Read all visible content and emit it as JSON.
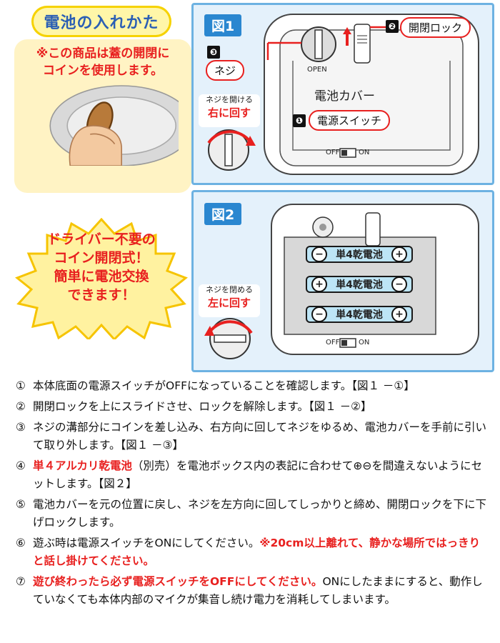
{
  "left": {
    "title": "電池の入れかた",
    "note": "※この商品は蓋の開閉に\nコインを使用します。",
    "burst": "ドライバー不要の\nコイン開閉式！\n簡単に電池交換\nできます！"
  },
  "fig1": {
    "label": "図1",
    "item2_num": "❷",
    "item2_text": "開閉ロック",
    "item3_num": "❸",
    "item3_text": "ネジ",
    "open_text": "OPEN",
    "cover_text": "電池カバー",
    "item1_num": "❶",
    "item1_text": "電源スイッチ",
    "loosen": "ネジを開ける",
    "loosen_dir": "右に回す",
    "switch_off": "OFF",
    "switch_on": "ON"
  },
  "fig2": {
    "label": "図2",
    "battery_label": "単4乾電池",
    "tighten": "ネジを閉める",
    "tighten_dir": "左に回す",
    "switch_off": "OFF",
    "switch_on": "ON"
  },
  "instructions": {
    "i1_num": "①",
    "i1": "本体底面の電源スイッチがOFFになっていることを確認します。【図１ －①】",
    "i2_num": "②",
    "i2": "開閉ロックを上にスライドさせ、ロックを解除します。【図１ －②】",
    "i3_num": "③",
    "i3": "ネジの溝部分にコインを差し込み、右方向に回してネジをゆるめ、電池カバーを手前に引いて取り外します。【図１ －③】",
    "i4_num": "④",
    "i4_red": "単４アルカリ乾電池",
    "i4": "（別売）を電池ボックス内の表記に合わせて⊕⊖を間違えないようにセットします。【図２】",
    "i5_num": "⑤",
    "i5": "電池カバーを元の位置に戻し、ネジを左方向に回してしっかりと締め、開閉ロックを下に下げロックします。",
    "i6_num": "⑥",
    "i6": "遊ぶ時は電源スイッチをONにしてください。",
    "i6_red": "※20cm以上離れて、静かな場所ではっきりと話し掛けてください。",
    "i7_num": "⑦",
    "i7_red": "遊び終わったら必ず電源スイッチをOFFにしてください。",
    "i7": "ONにしたままにすると、動作していなくても本体内部のマイクが集音し続け電力を消耗してしまいます。"
  }
}
